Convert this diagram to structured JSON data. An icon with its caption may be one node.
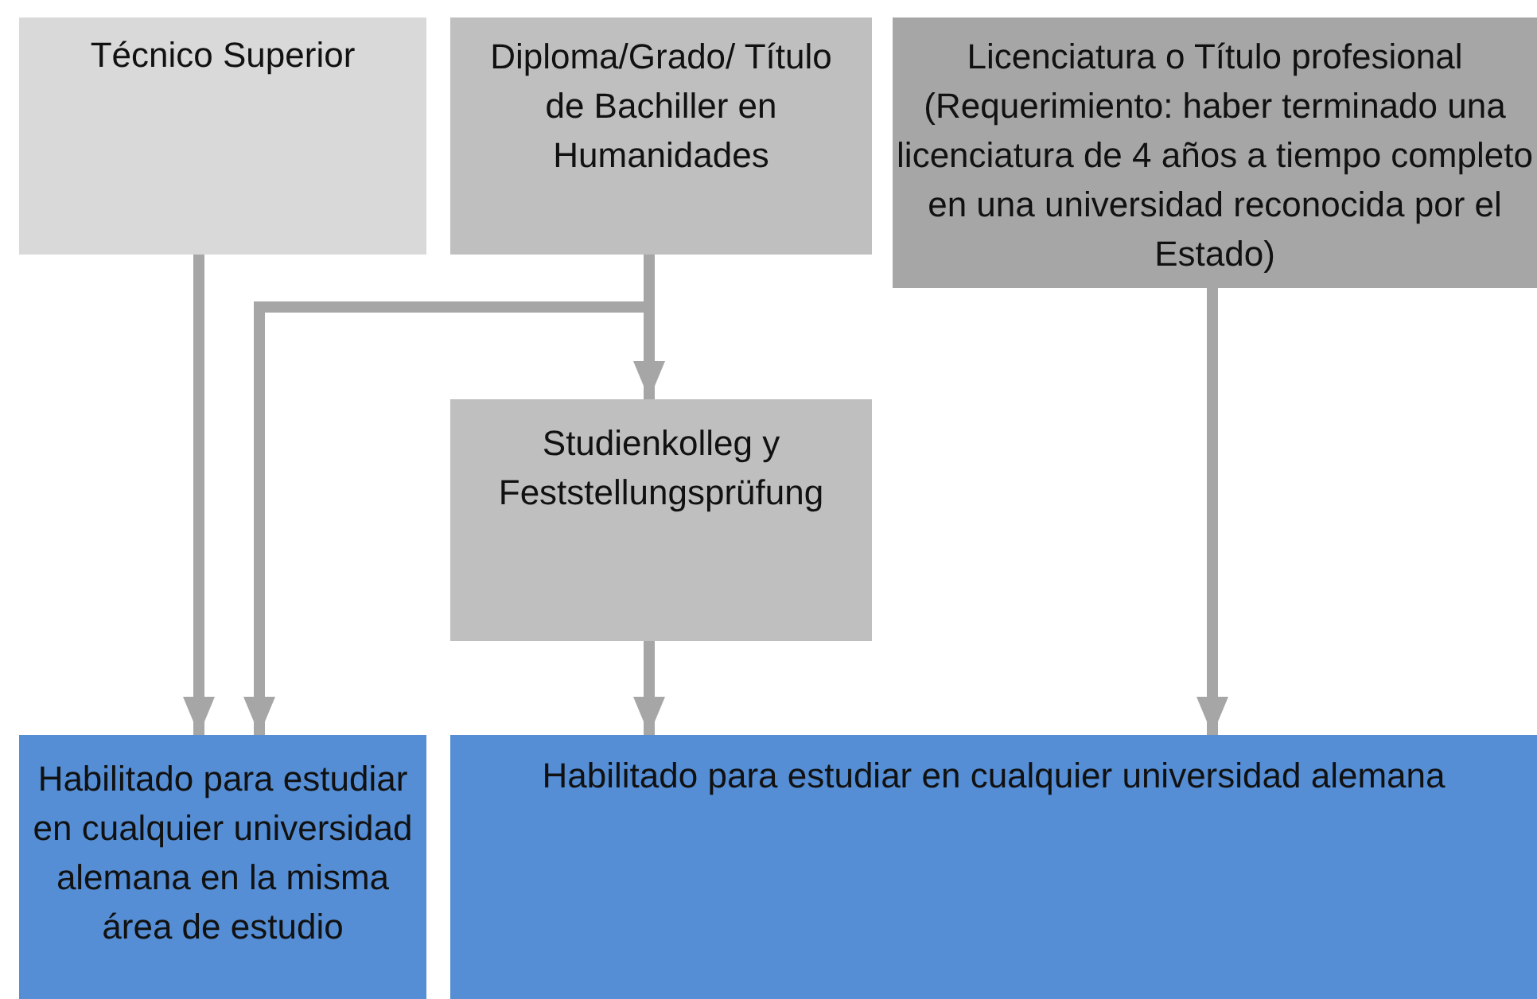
{
  "diagram": {
    "nodes": [
      {
        "text": [
          "Técnico Superior"
        ]
      },
      {
        "text": [
          "Diploma/Grado/ Título de Bachiller en Humanidades"
        ]
      },
      {
        "text": [
          "Licenciatura o Título profesional (Requerimiento: haber terminado una licenciatura de 4 años a tiempo completo en una universidad reconocida por el Estado)"
        ]
      },
      {
        "text": [
          "Studienkolleg y Feststellungsprüfung"
        ]
      },
      {
        "text": [
          "Habilitado para estudiar en cualquier universidad alemana en la misma área de estudio"
        ]
      },
      {
        "text": [
          "Habilitado para estudiar en cualquier universidad alemana"
        ]
      }
    ],
    "edges": [
      {
        "from": 0,
        "to": 4,
        "arrow": "to"
      },
      {
        "from": 1,
        "to": 3,
        "arrow": "to"
      },
      {
        "from": 1,
        "to": 4,
        "arrow": "to"
      },
      {
        "from": 3,
        "to": 5,
        "arrow": "to"
      },
      {
        "from": 2,
        "to": 5,
        "arrow": "to"
      }
    ]
  }
}
